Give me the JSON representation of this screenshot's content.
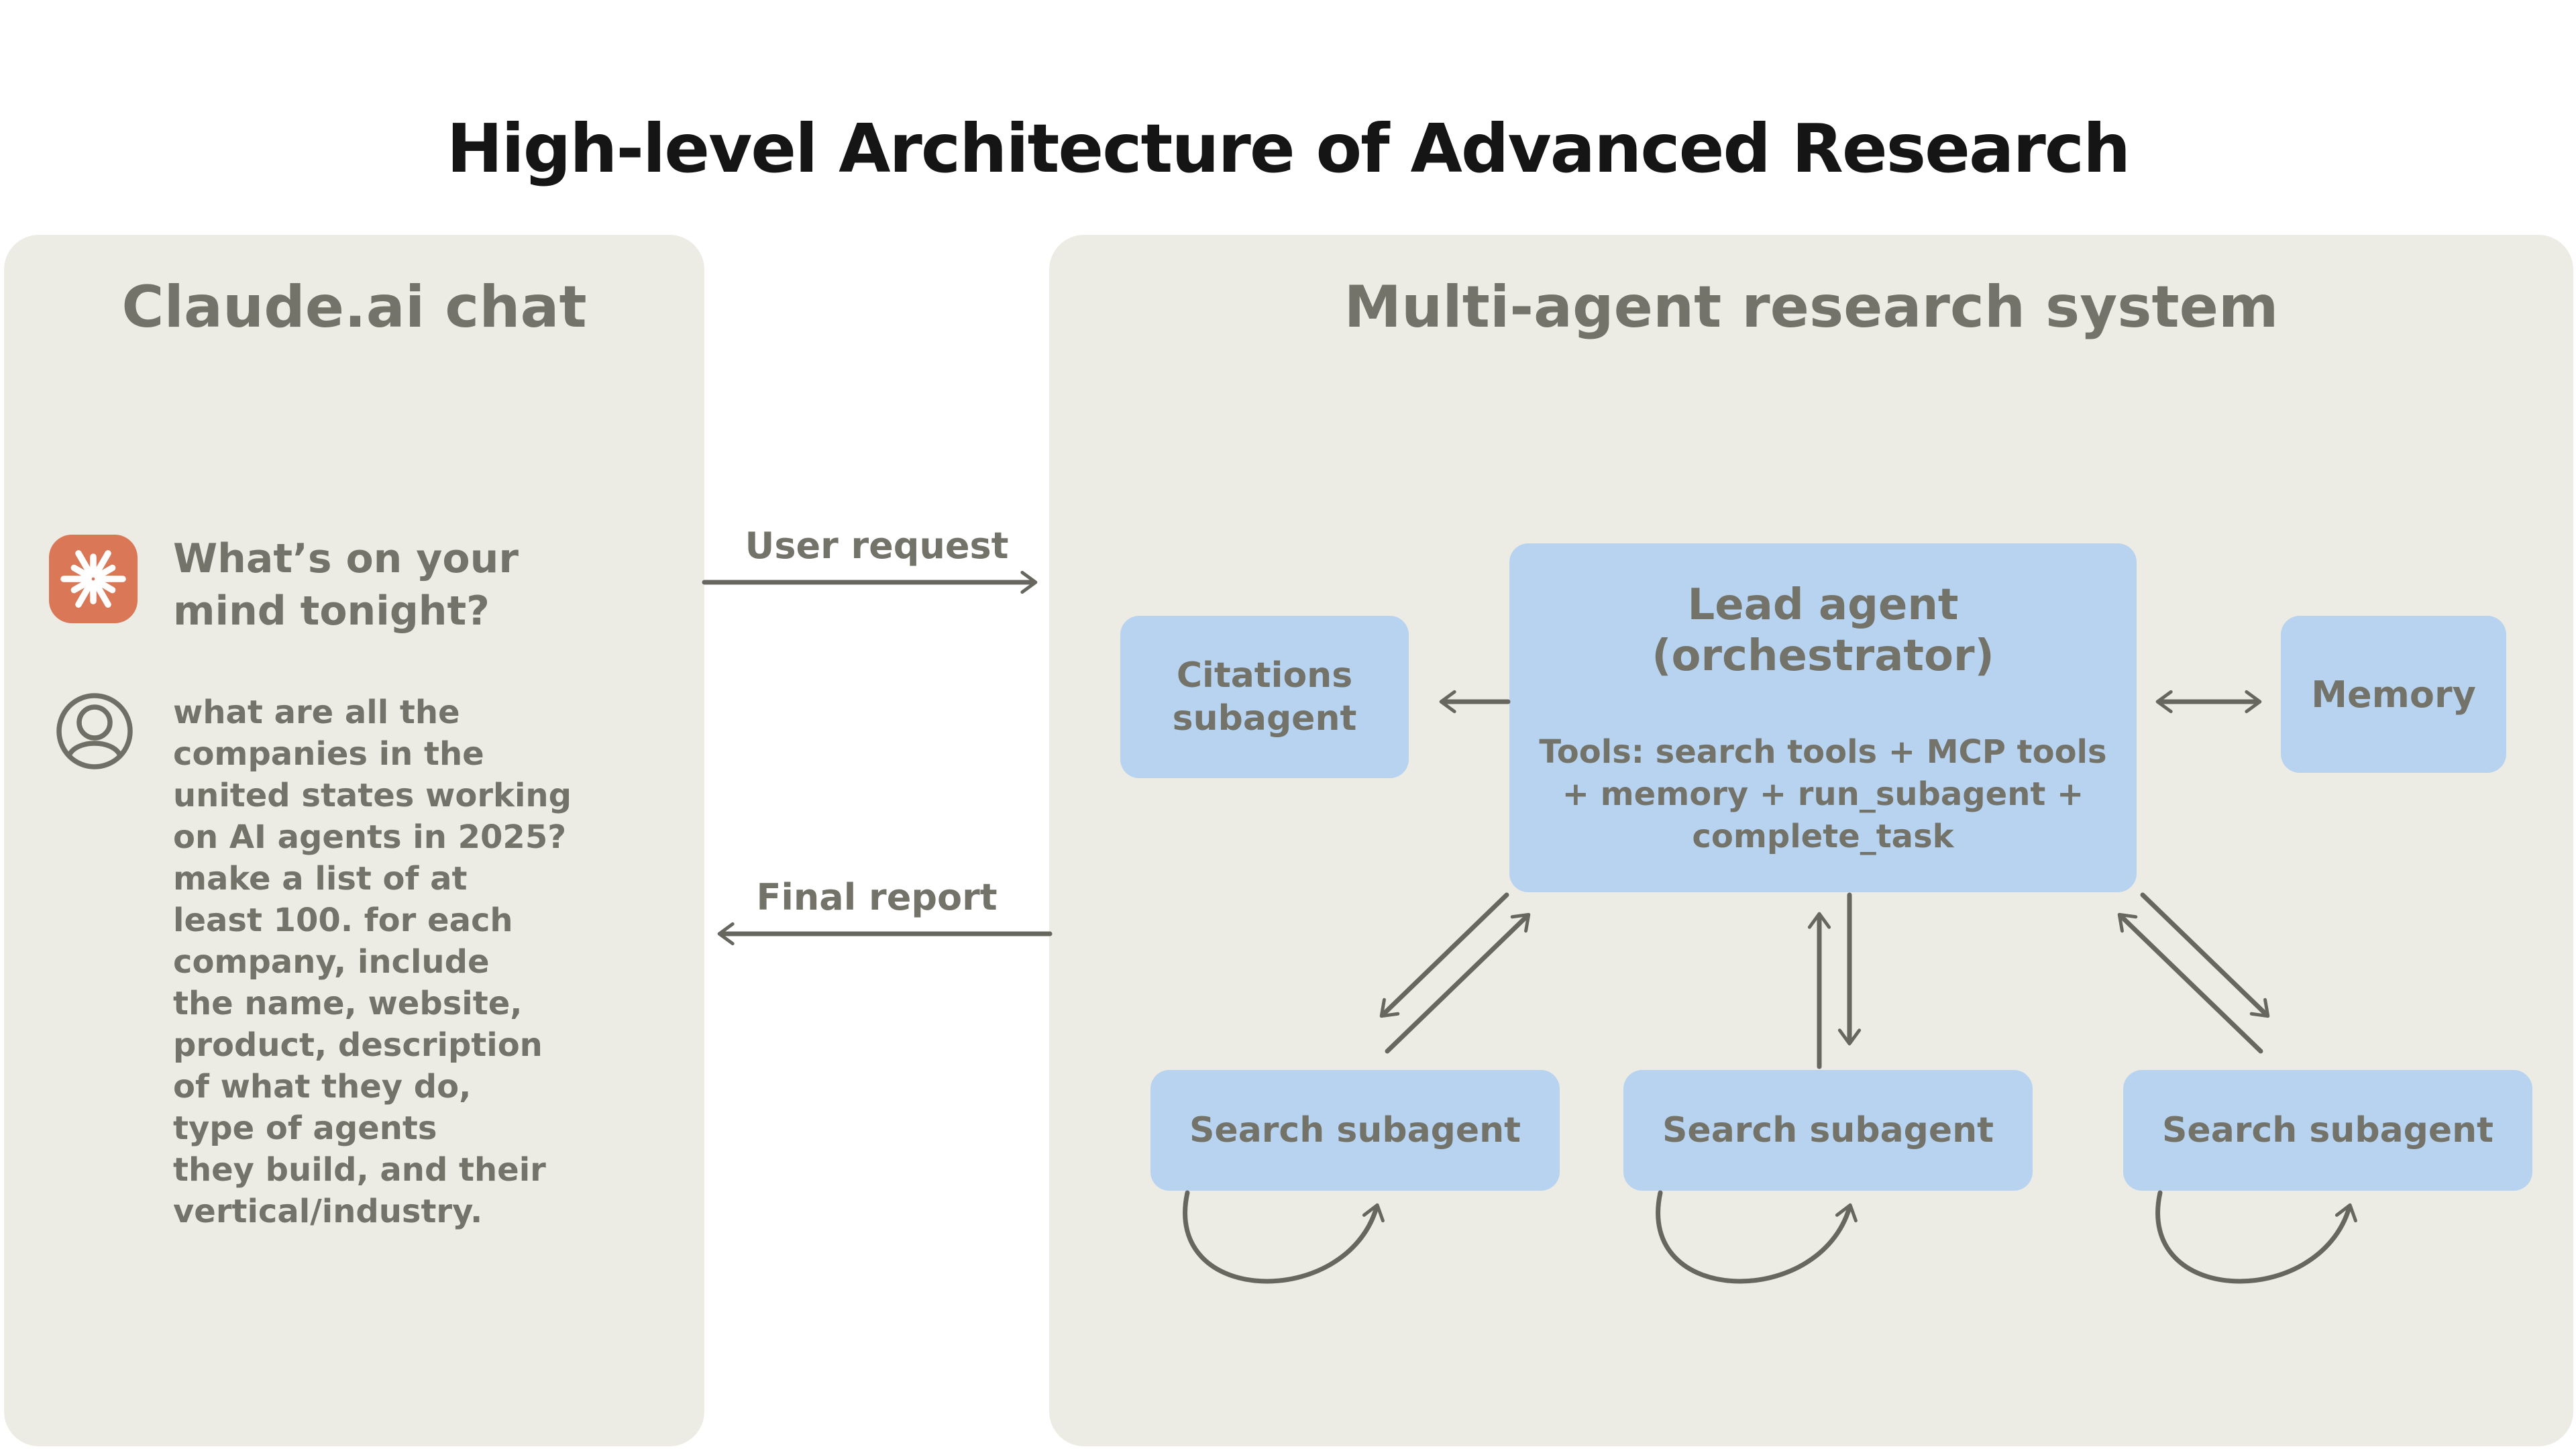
{
  "title": "High-level Architecture of Advanced Research",
  "left_panel": {
    "header": "Claude.ai chat",
    "prompt": "What’s on your\nmind tonight?",
    "user_message": "what are all the\ncompanies in the\nunited states working\non AI agents in 2025?\nmake a list of at\nleast 100. for each\ncompany, include\nthe name, website,\nproduct, description\nof what they do,\ntype of agents\nthey build, and their\nvertical/industry."
  },
  "flow": {
    "user_request_label": "User request",
    "final_report_label": "Final report"
  },
  "right_panel": {
    "header": "Multi-agent research system",
    "lead_agent": {
      "title": "Lead agent",
      "subtitle": "(orchestrator)",
      "tools": "Tools: search tools + MCP tools\n+ memory + run_subagent +\ncomplete_task"
    },
    "citations_label": "Citations\nsubagent",
    "memory_label": "Memory",
    "search_subagents": [
      "Search subagent",
      "Search subagent",
      "Search subagent"
    ]
  },
  "icons": {
    "claude": "claude-spark-icon",
    "user": "user-avatar-icon"
  },
  "colors": {
    "background": "#FFFFFF",
    "panel": "#EDECE4",
    "box_blue": "#B7D3EF",
    "text_gray": "#73736A",
    "arrow_gray": "#67675F",
    "title_color": "#151515",
    "claude_orange": "#D97757"
  }
}
